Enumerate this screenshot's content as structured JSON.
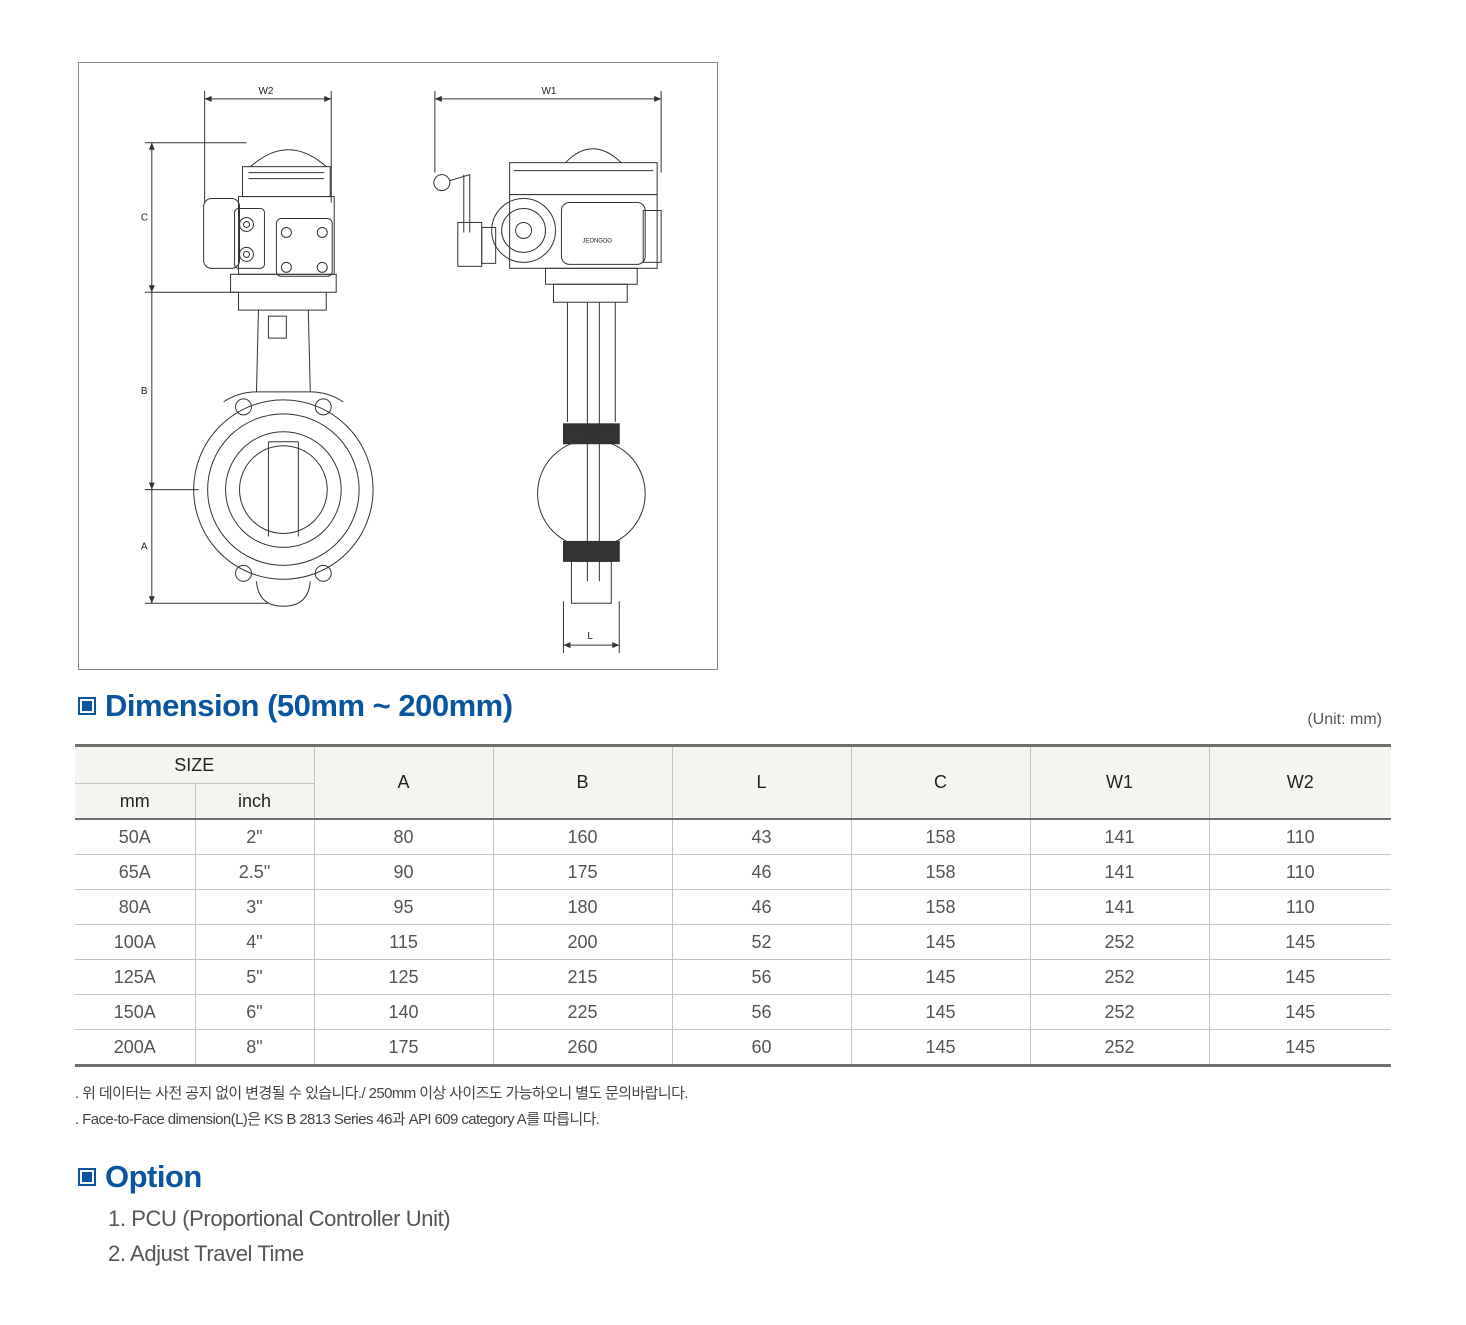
{
  "drawing": {
    "labels": {
      "w1": "W1",
      "w2": "W2",
      "a": "A",
      "b": "B",
      "c": "C",
      "l": "L"
    },
    "logo_text": "JEONGDO"
  },
  "dimension": {
    "title": "Dimension (50mm ~ 200mm)",
    "unit": "(Unit: mm)",
    "headers": {
      "size": "SIZE",
      "mm": "mm",
      "inch": "inch",
      "a": "A",
      "b": "B",
      "l": "L",
      "c": "C",
      "w1": "W1",
      "w2": "W2"
    },
    "rows": [
      {
        "mm": "50A",
        "inch": "2\"",
        "a": "80",
        "b": "160",
        "l": "43",
        "c": "158",
        "w1": "141",
        "w2": "110"
      },
      {
        "mm": "65A",
        "inch": "2.5\"",
        "a": "90",
        "b": "175",
        "l": "46",
        "c": "158",
        "w1": "141",
        "w2": "110"
      },
      {
        "mm": "80A",
        "inch": "3\"",
        "a": "95",
        "b": "180",
        "l": "46",
        "c": "158",
        "w1": "141",
        "w2": "110"
      },
      {
        "mm": "100A",
        "inch": "4\"",
        "a": "115",
        "b": "200",
        "l": "52",
        "c": "145",
        "w1": "252",
        "w2": "145"
      },
      {
        "mm": "125A",
        "inch": "5\"",
        "a": "125",
        "b": "215",
        "l": "56",
        "c": "145",
        "w1": "252",
        "w2": "145"
      },
      {
        "mm": "150A",
        "inch": "6\"",
        "a": "140",
        "b": "225",
        "l": "56",
        "c": "145",
        "w1": "252",
        "w2": "145"
      },
      {
        "mm": "200A",
        "inch": "8\"",
        "a": "175",
        "b": "260",
        "l": "60",
        "c": "145",
        "w1": "252",
        "w2": "145"
      }
    ],
    "notes": [
      ". 위 데이터는 사전 공지 없이 변경될 수 있습니다./ 250mm 이상 사이즈도 가능하오니 별도 문의바랍니다.",
      ". Face-to-Face dimension(L)은 KS B 2813 Series 46과 API 609 category A를 따릅니다."
    ]
  },
  "option": {
    "title": "Option",
    "items": [
      "1. PCU (Proportional Controller Unit)",
      "2. Adjust Travel Time"
    ]
  },
  "colors": {
    "heading": "#0b55a0",
    "rule": "#6f6f6f",
    "header_bg": "#f5f5ef"
  }
}
